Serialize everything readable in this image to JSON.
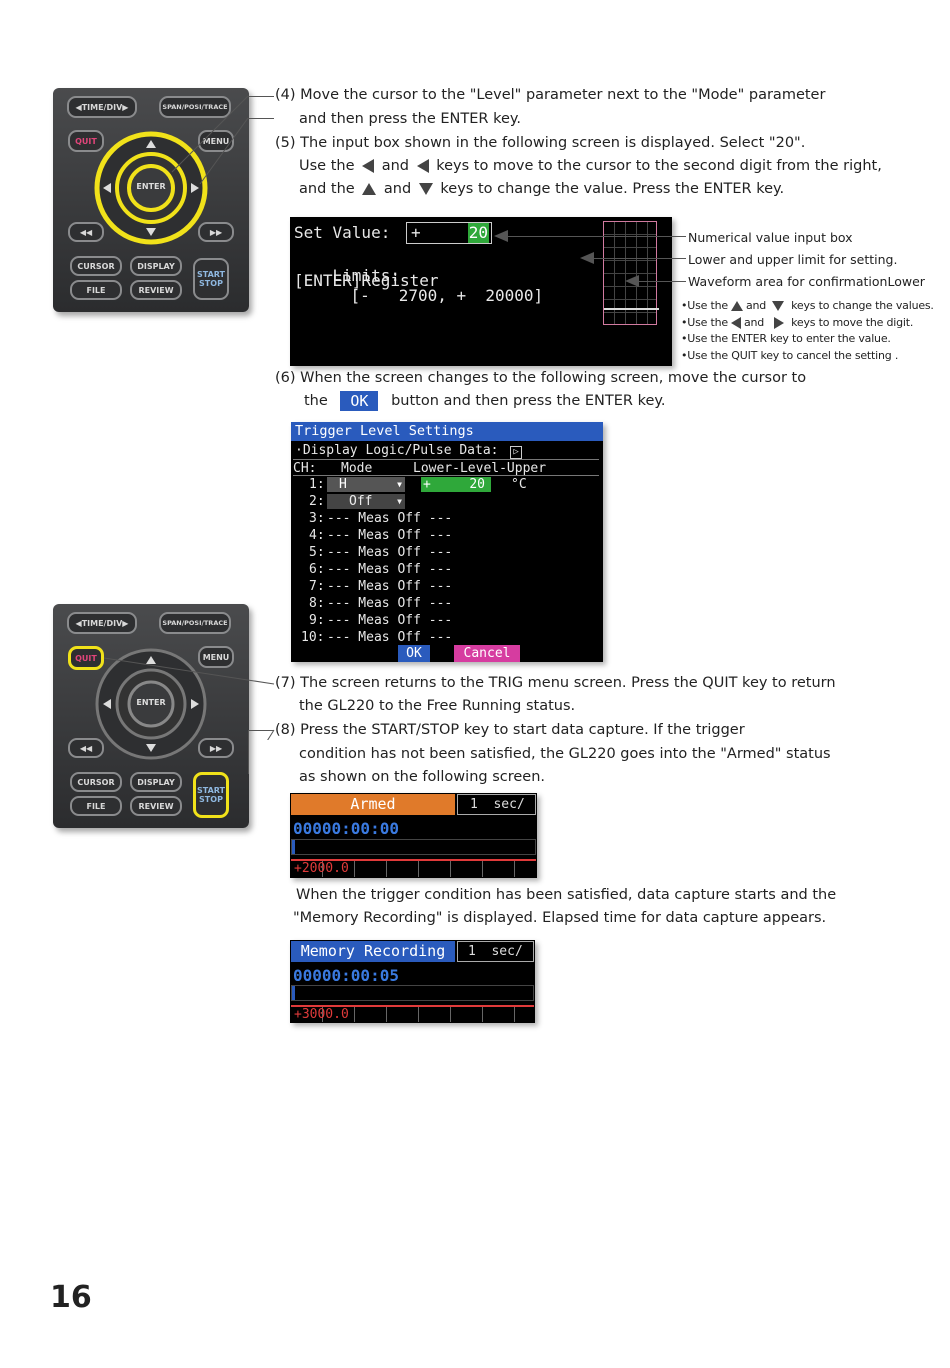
{
  "page_number": "16",
  "steps": {
    "s4_line1": "(4) Move the cursor to the \"Level\" parameter next to the \"Mode\" parameter",
    "s4_line2": "and then press the ENTER key.",
    "s5_line1": "(5) The input box shown in the following screen is displayed. Select \"20\".",
    "s5_l2_a": "Use the",
    "s5_l2_and": "and",
    "s5_l2_b": "keys to move to the cursor to the second digit from the right,",
    "s5_l3_a": "and the",
    "s5_l3_and": "and",
    "s5_l3_b": "keys to change the value. Press the ENTER key.",
    "s6_line1": "(6)  When the screen changes to the following screen, move the cursor to",
    "s6_l2_a": "the",
    "s6_l2_ok": "OK",
    "s6_l2_b": "button and then press the ENTER key.",
    "s7_line1": "(7) The screen returns to the TRIG menu screen. Press the QUIT key to return",
    "s7_line2": "the GL220 to the Free Running status.",
    "s8_line1": "(8) Press the START/STOP key to start data capture. If the trigger",
    "s8_line2": "condition has not been satisfied, the GL220 goes into the \"Armed\" status",
    "s8_line3": "as shown on the following screen.",
    "after_line1": "When the trigger condition has been satisfied, data capture starts and the",
    "after_line2": "\"Memory Recording\" is displayed. Elapsed time for data capture appears."
  },
  "callouts": {
    "numerical": "Numerical value input box",
    "limits": "Lower and upper limit for setting.",
    "waveform": "Waveform area for confirmationLower",
    "b1_a": "•Use the",
    "b1_and": "and",
    "b1_b": "keys to change the values.",
    "b2_a": "•Use the",
    "b2_and": "and",
    "b2_b": "keys to move the digit.",
    "b3": "•Use the ENTER key to enter the value.",
    "b4": "•Use the QUIT key to cancel the setting ."
  },
  "remote": {
    "time_div": "◀TIME/DIV▶",
    "span": "SPAN/POSI/TRACE",
    "quit": "QUIT",
    "menu": "MENU",
    "enter": "ENTER",
    "rew": "◀◀",
    "ffw": "▶▶",
    "cursor": "CURSOR",
    "display": "DISPLAY",
    "file": "FILE",
    "review": "REVIEW",
    "start": "START",
    "stop": "STOP"
  },
  "screen_setvalue": {
    "set_label": "Set Value:",
    "sign": "+",
    "value": "20",
    "limits_label": "Limits:",
    "limits_value": "[-   2700, +  20000]",
    "register": "[ENTER]Register"
  },
  "screen_trigger": {
    "title": "Trigger Level Settings",
    "subtitle": "·Display Logic/Pulse Data:",
    "header_ch": "CH:",
    "header_mode": "Mode",
    "header_range": "Lower-Level-Upper",
    "row1_num": "1:",
    "row1_mode": "H",
    "row1_sign": "+",
    "row1_value": "20",
    "row1_unit": "°C",
    "row2_num": "2:",
    "row2_mode": "Off",
    "rows": [
      {
        "num": "3:",
        "text": "--- Meas Off ---"
      },
      {
        "num": "4:",
        "text": "--- Meas Off ---"
      },
      {
        "num": "5:",
        "text": "--- Meas Off ---"
      },
      {
        "num": "6:",
        "text": "--- Meas Off ---"
      },
      {
        "num": "7:",
        "text": "--- Meas Off ---"
      },
      {
        "num": "8:",
        "text": "--- Meas Off ---"
      },
      {
        "num": "9:",
        "text": "--- Meas Off ---"
      },
      {
        "num": "10:",
        "text": "--- Meas Off ---"
      }
    ],
    "ok": "OK",
    "cancel": "Cancel"
  },
  "screen_armed": {
    "status": "Armed",
    "rate": "1  sec/",
    "time": "00000:00:00",
    "value": "+2000.0"
  },
  "screen_recording": {
    "status": "Memory Recording",
    "rate": "1  sec/",
    "time": "00000:00:05",
    "value": "+3000.0"
  },
  "colors": {
    "lcd_bg": "#000000",
    "title_blue": "#2a5bbd",
    "highlight_green": "#2fa83a",
    "armed_orange": "#e07a2a",
    "cancel_pink": "#d63ca0",
    "time_blue": "#3a7ae0",
    "value_red": "#e03a3a",
    "key_yellow": "#f1e21a"
  }
}
